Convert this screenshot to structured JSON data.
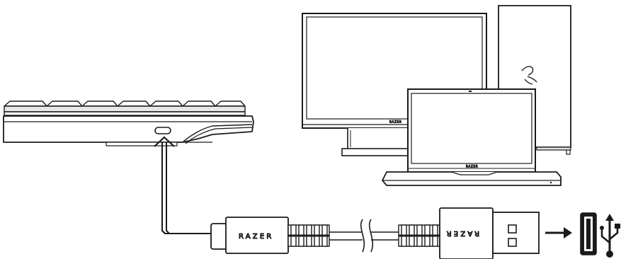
{
  "cable": {
    "brand_left": "RAZER",
    "brand_right": "RAZER"
  },
  "devices": {
    "monitor_brand": "RAZER",
    "laptop_brand": "RAZER",
    "tower_logo_icon": "razer-snake-logo"
  },
  "icons": {
    "arrow": "arrow-right-icon",
    "usb_port": "usb-port-icon",
    "usb_symbol": "usb-symbol-icon"
  },
  "colors": {
    "line": "#1a1a1a",
    "fill": "#ffffff",
    "shade": "#d9d9d9"
  }
}
